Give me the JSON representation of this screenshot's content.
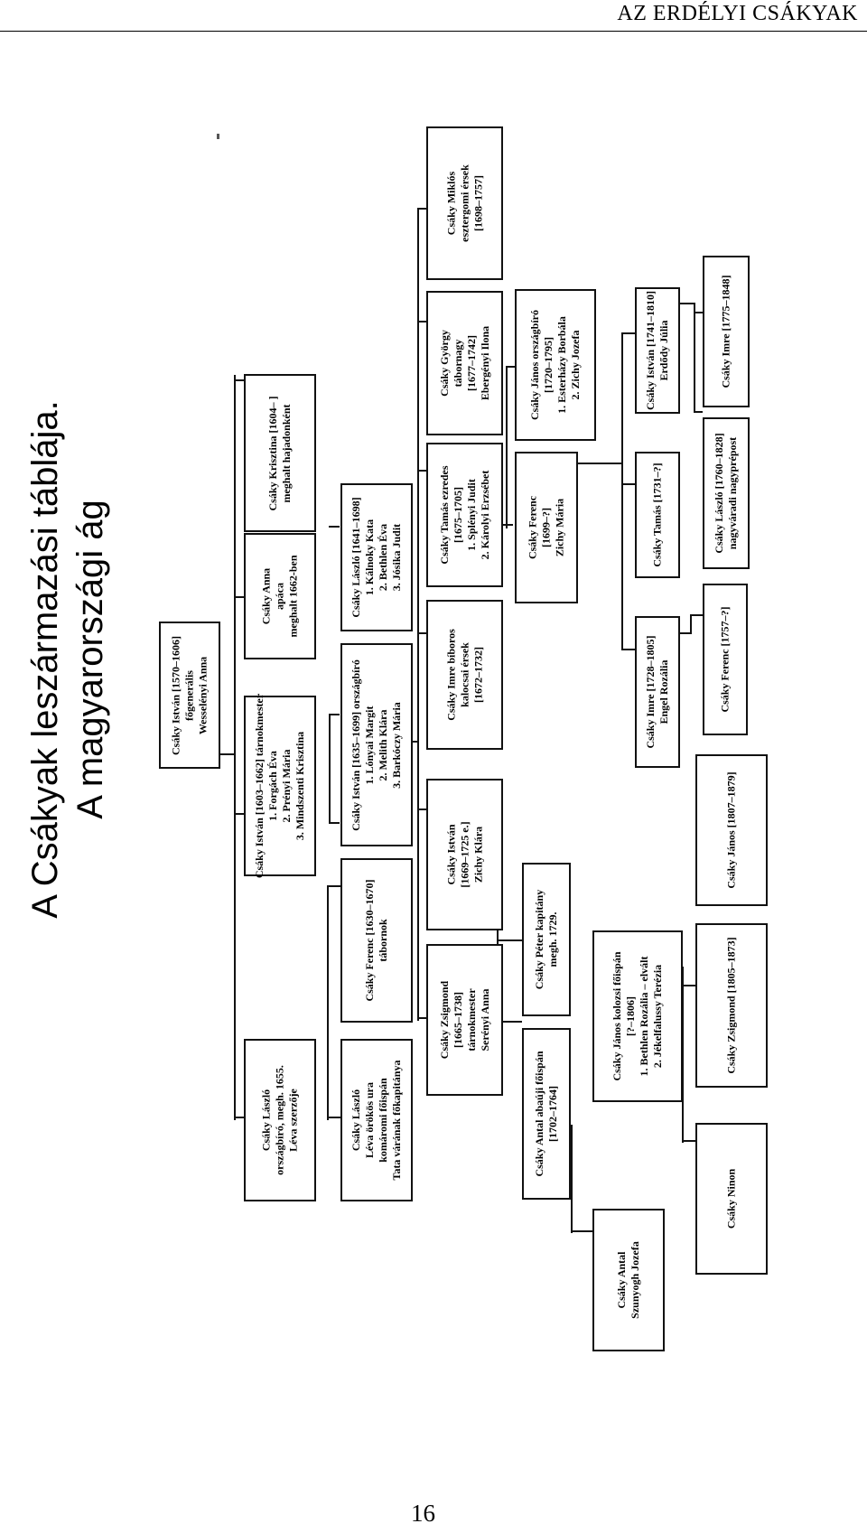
{
  "header": {
    "running_title": "AZ ERDÉLYI CSÁKYAK",
    "page_number": "16"
  },
  "title": {
    "line1": "A Csákyak leszármazási táblája.",
    "line2": "A magyarországi ág"
  },
  "tree": {
    "root": [
      "Csáky István [1570–1606]",
      "főgenerális",
      "Wesselényi Anna"
    ],
    "gen1": {
      "laszlo": [
        "Csáky László",
        "országbíró, megh. 1655.",
        "Léva szerzője"
      ],
      "istvan": [
        "Csáky István [1603–1662] tárnokmester",
        "1. Forgách Éva",
        "2. Prényi Mária",
        "3. Mindszenti Krisztina"
      ],
      "anna": [
        "Csáky Anna",
        "apáca",
        "meghalt 1662-ben"
      ],
      "krisztina": [
        "Csáky Krisztina [1604– ]",
        "meghalt hajadonként"
      ]
    },
    "gen2": {
      "laszlo_leva": [
        "Csáky László",
        "Léva örökös ura",
        "komáromi főispán",
        "Tata várának főkapitánya"
      ],
      "ferenc": [
        "Csáky Ferenc [1630–1670]",
        "tábornok"
      ],
      "istvan": [
        "Csáky István [1635–1699] országbíró",
        "1. Lónyai Margit",
        "2. Melith Klára",
        "3. Barkóczy Mária"
      ],
      "laszlo": [
        "Csáky László [1641–1698]",
        "1. Kálnoky Kata",
        "2. Bethlen Éva",
        "3. Jósika Judit"
      ]
    },
    "gen3": {
      "zsigmond": [
        "Csáky Zsigmond",
        "[1665–1738]",
        "tárnokmester",
        "Serényi Anna"
      ],
      "istvan": [
        "Csáky István",
        "[1669–1725 e.]",
        "Zichy Klára"
      ],
      "imre": [
        "Csáky Imre bíboros",
        "kalocsai érsek",
        "[1672–1732]"
      ],
      "tamas": [
        "Csáky Tamás ezredes",
        "[1675–1705]",
        "1. Splényi Judit",
        "2. Károlyi Erzsébet"
      ],
      "gyorgy": [
        "Csáky György",
        "tábornagy",
        "[1677–1742]",
        "Ebergényi Ilona"
      ],
      "miklos": [
        "Csáky Miklós",
        "esztergomi érsek",
        "[1698–1757]"
      ]
    },
    "gen4": {
      "antal": [
        "Csáky Antal abaúji főispán",
        "[1702–1764]"
      ],
      "peter": [
        "Csáky Péter kapitány",
        "megh. 1729."
      ],
      "ferenc": [
        "Csáky Ferenc",
        "[1699–?]",
        "Zichy Mária"
      ],
      "janos": [
        "Csáky János országbíró",
        "[1720–1795]",
        "1. Esterházy Borbála",
        "2. Zichy Jozefa"
      ]
    },
    "gen5": {
      "antal": [
        "Csáky Antal",
        "Szunyogh Jozefa"
      ],
      "janos": [
        "Csáky János kolozsi főispán",
        "[?–1806]",
        "1. Bethlen Rozália – elvált",
        "2. Jékelfalussy Terézia"
      ],
      "imre": [
        "Csáky Imre [1728–1805]",
        "Engel Rozália"
      ],
      "tamas": [
        "Csáky Tamás [1731–?]"
      ],
      "istvan": [
        "Csáky István [1741–1810]",
        "Erdődy Júlia"
      ]
    },
    "gen6": {
      "ninon": [
        "Csáky Ninon"
      ],
      "zsigmond": [
        "Csáky Zsigmond [1805–1873]"
      ],
      "janos": [
        "Csáky János [1807–1879]"
      ],
      "ferenc": [
        "Csáky Ferenc [1757–?]"
      ],
      "laszlo": [
        "Csáky László [1760–1828]",
        "nagyváradi nagyprépost"
      ],
      "imre": [
        "Csáky Imre [1775–1848]"
      ]
    }
  }
}
